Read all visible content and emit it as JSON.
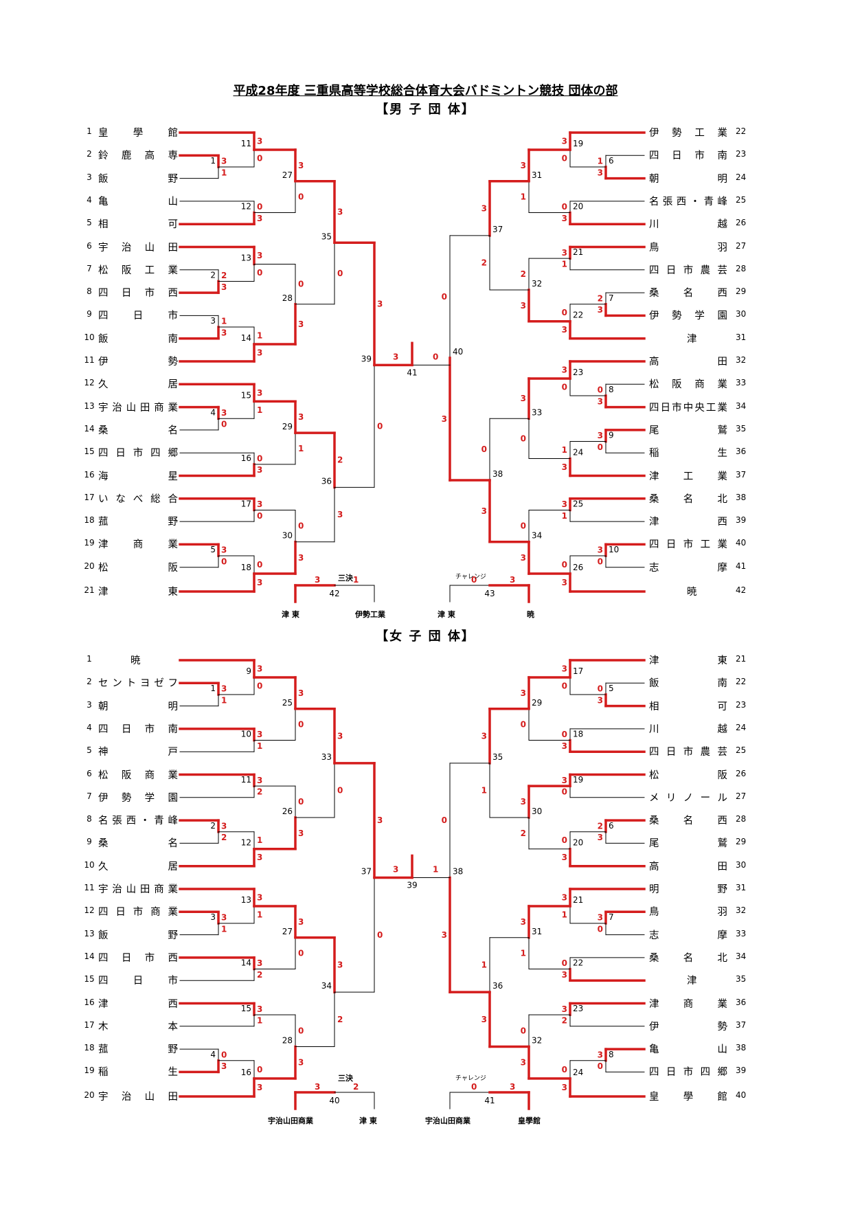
{
  "title": "平成28年度 三重県高等学校総合体育大会バドミントン競技 団体の部",
  "men": {
    "heading": "【男 子 団 体】",
    "left_teams": [
      {
        "no": "1",
        "name": "皇學館"
      },
      {
        "no": "2",
        "name": "鈴鹿高専"
      },
      {
        "no": "3",
        "name": "飯野"
      },
      {
        "no": "4",
        "name": "亀山"
      },
      {
        "no": "5",
        "name": "相可"
      },
      {
        "no": "6",
        "name": "宇治山田"
      },
      {
        "no": "7",
        "name": "松阪工業"
      },
      {
        "no": "8",
        "name": "四日市西"
      },
      {
        "no": "9",
        "name": "四日市"
      },
      {
        "no": "10",
        "name": "飯南"
      },
      {
        "no": "11",
        "name": "伊勢"
      },
      {
        "no": "12",
        "name": "久居"
      },
      {
        "no": "13",
        "name": "宇治山田商業"
      },
      {
        "no": "14",
        "name": "桑名"
      },
      {
        "no": "15",
        "name": "四日市四郷"
      },
      {
        "no": "16",
        "name": "海星"
      },
      {
        "no": "17",
        "name": "いなべ総合"
      },
      {
        "no": "18",
        "name": "菰野"
      },
      {
        "no": "19",
        "name": "津商業"
      },
      {
        "no": "20",
        "name": "松阪"
      },
      {
        "no": "21",
        "name": "津東"
      }
    ],
    "right_teams": [
      {
        "no": "22",
        "name": "伊勢工業"
      },
      {
        "no": "23",
        "name": "四日市南"
      },
      {
        "no": "24",
        "name": "朝明"
      },
      {
        "no": "25",
        "name": "名張西・青峰"
      },
      {
        "no": "26",
        "name": "川越"
      },
      {
        "no": "27",
        "name": "鳥羽"
      },
      {
        "no": "28",
        "name": "四日市農芸"
      },
      {
        "no": "29",
        "name": "桑名西"
      },
      {
        "no": "30",
        "name": "伊勢学園"
      },
      {
        "no": "31",
        "name": "津"
      },
      {
        "no": "32",
        "name": "高田"
      },
      {
        "no": "33",
        "name": "松阪商業"
      },
      {
        "no": "34",
        "name": "四日市中央工業"
      },
      {
        "no": "35",
        "name": "尾鷲"
      },
      {
        "no": "36",
        "name": "稲生"
      },
      {
        "no": "37",
        "name": "津工業"
      },
      {
        "no": "38",
        "name": "桑名北"
      },
      {
        "no": "39",
        "name": "津西"
      },
      {
        "no": "40",
        "name": "四日市工業"
      },
      {
        "no": "41",
        "name": "志摩"
      },
      {
        "no": "42",
        "name": "暁"
      }
    ],
    "third_place_label": "三決",
    "third_place": {
      "match": "42",
      "left": "津 東",
      "right": "伊勢工業",
      "left_score": "3",
      "right_score": "1"
    },
    "challenge_label": "チャレンジ",
    "challenge": {
      "match": "43",
      "left": "津 東",
      "right": "暁",
      "left_score": "0",
      "right_score": "3"
    },
    "final": {
      "match": "41",
      "left_match": "39",
      "right_match": "40",
      "left_score": "3",
      "right_score": "0"
    }
  },
  "women": {
    "heading": "【女 子 団 体】",
    "left_teams": [
      {
        "no": "1",
        "name": "暁"
      },
      {
        "no": "2",
        "name": "セントヨゼフ"
      },
      {
        "no": "3",
        "name": "朝明"
      },
      {
        "no": "4",
        "name": "四日市南"
      },
      {
        "no": "5",
        "name": "神戸"
      },
      {
        "no": "6",
        "name": "松阪商業"
      },
      {
        "no": "7",
        "name": "伊勢学園"
      },
      {
        "no": "8",
        "name": "名張西・青峰"
      },
      {
        "no": "9",
        "name": "桑名"
      },
      {
        "no": "10",
        "name": "久居"
      },
      {
        "no": "11",
        "name": "宇治山田商業"
      },
      {
        "no": "12",
        "name": "四日市商業"
      },
      {
        "no": "13",
        "name": "飯野"
      },
      {
        "no": "14",
        "name": "四日市西"
      },
      {
        "no": "15",
        "name": "四日市"
      },
      {
        "no": "16",
        "name": "津西"
      },
      {
        "no": "17",
        "name": "木本"
      },
      {
        "no": "18",
        "name": "菰野"
      },
      {
        "no": "19",
        "name": "稲生"
      },
      {
        "no": "20",
        "name": "宇治山田"
      }
    ],
    "right_teams": [
      {
        "no": "21",
        "name": "津東"
      },
      {
        "no": "22",
        "name": "飯南"
      },
      {
        "no": "23",
        "name": "相可"
      },
      {
        "no": "24",
        "name": "川越"
      },
      {
        "no": "25",
        "name": "四日市農芸"
      },
      {
        "no": "26",
        "name": "松阪"
      },
      {
        "no": "27",
        "name": "メリノール"
      },
      {
        "no": "28",
        "name": "桑名西"
      },
      {
        "no": "29",
        "name": "尾鷲"
      },
      {
        "no": "30",
        "name": "高田"
      },
      {
        "no": "31",
        "name": "明野"
      },
      {
        "no": "32",
        "name": "鳥羽"
      },
      {
        "no": "33",
        "name": "志摩"
      },
      {
        "no": "34",
        "name": "桑名北"
      },
      {
        "no": "35",
        "name": "津"
      },
      {
        "no": "36",
        "name": "津商業"
      },
      {
        "no": "37",
        "name": "伊勢"
      },
      {
        "no": "38",
        "name": "亀山"
      },
      {
        "no": "39",
        "name": "四日市四郷"
      },
      {
        "no": "40",
        "name": "皇學館"
      }
    ],
    "third_place_label": "三決",
    "third_place": {
      "match": "40",
      "left": "宇治山田商業",
      "right": "津 東",
      "left_score": "3",
      "right_score": "2"
    },
    "challenge_label": "チャレンジ",
    "challenge": {
      "match": "41",
      "left": "宇治山田商業",
      "right": "皇學館",
      "left_score": "0",
      "right_score": "3"
    },
    "final": {
      "match": "39",
      "left_match": "37",
      "right_match": "38",
      "left_score": "3",
      "right_score": "1"
    }
  }
}
